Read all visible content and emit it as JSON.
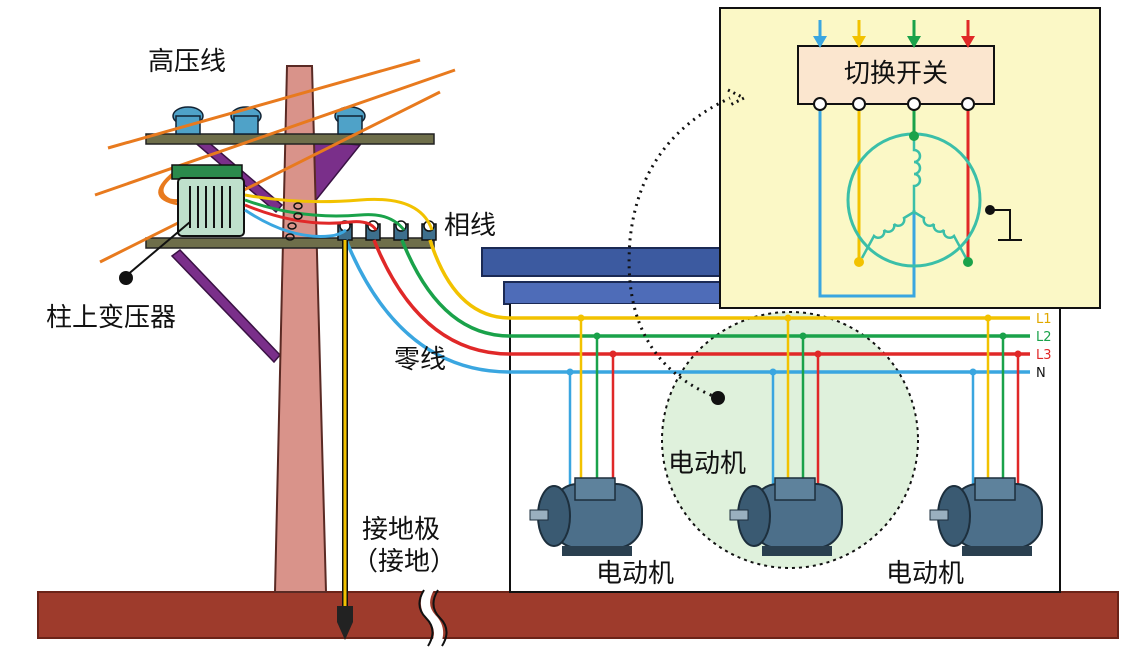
{
  "labels": {
    "high_voltage": "高压线",
    "transformer": "柱上变压器",
    "phase_wire": "相线",
    "neutral_wire": "零线",
    "ground_line1": "接地极",
    "ground_line2": "（接地）",
    "motor_center": "电动机",
    "motor_left": "电动机",
    "motor_right": "电动机",
    "switch": "切换开关"
  },
  "bus": {
    "L1": "L1",
    "L2": "L2",
    "L3": "L3",
    "N": "N"
  },
  "colors": {
    "L1": "#f2c200",
    "L2": "#1aa24a",
    "L3": "#e02828",
    "N": "#3aa6e0",
    "ground": "#9e3b2c",
    "pole": "#d9938a",
    "panel": "#fbf8c6",
    "hv": "#e87a1e"
  }
}
